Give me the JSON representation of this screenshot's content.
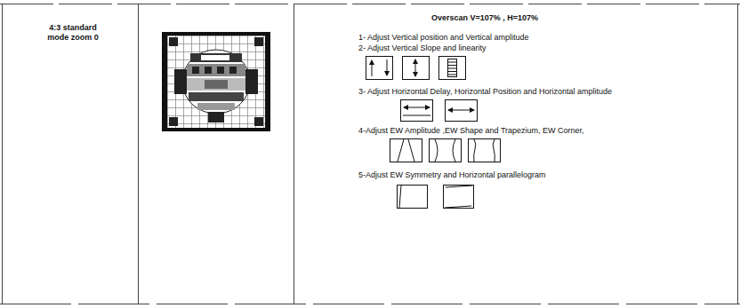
{
  "diagram": {
    "title": "Overscan V=107% , H=107%",
    "labels": [
      "4:3 standard mode zoom 0",
      "1- Adjust Vertical position and Vertical amplitude",
      "2- Adjust Vertical Slope and linearity",
      "3- Adjust Horizontal Delay, Horizontal Position and Horizontal amplitude",
      "4-Adjust EW Amplitude ,EW Shape and Trapezium, EW Corner,",
      "5-Adjust EW Symmetry and Horizontal parallelogram"
    ]
  }
}
